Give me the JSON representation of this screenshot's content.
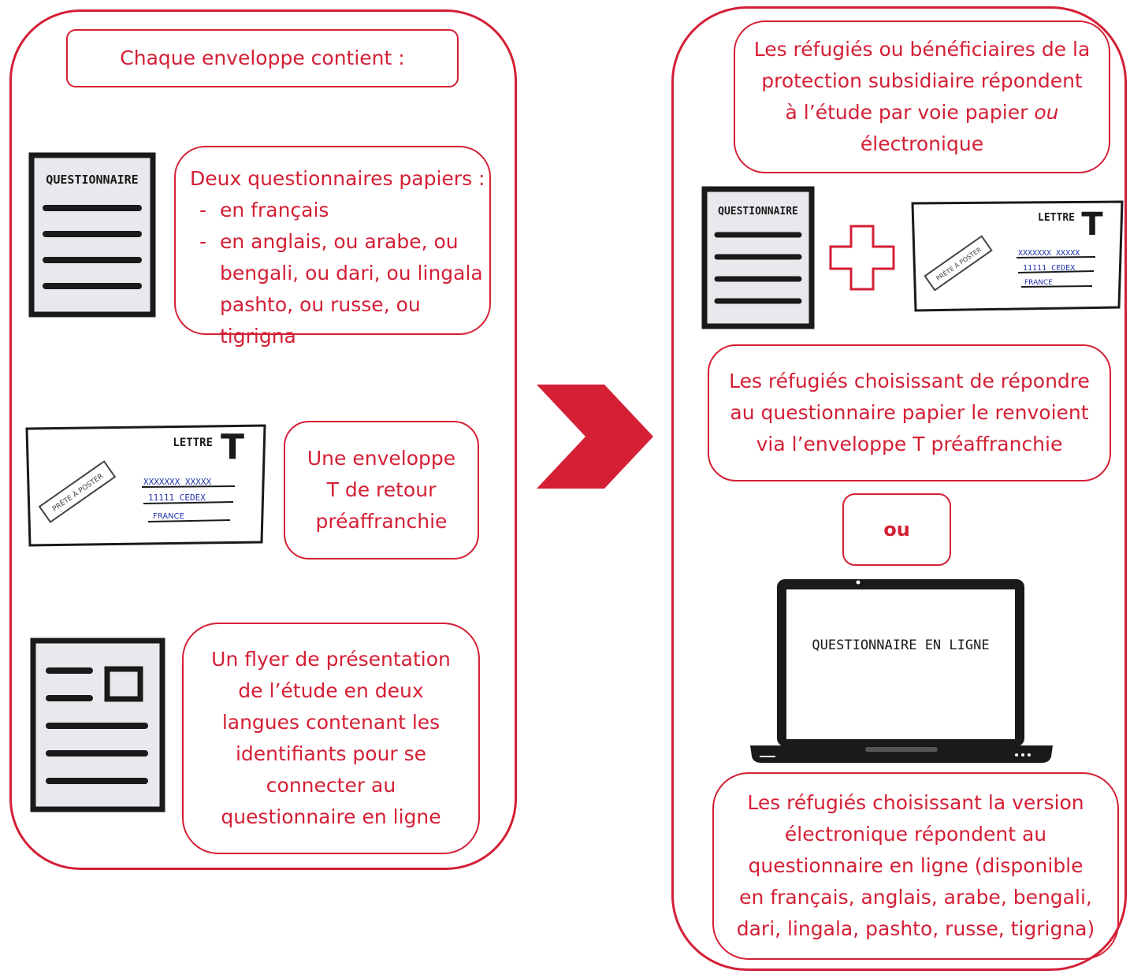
{
  "left_panel": {
    "header": "Chaque enveloppe contient :",
    "questionnaires_box": {
      "title": "Deux questionnaires papiers :",
      "items": [
        "en français",
        "en anglais, ou arabe, ou\nbengali, ou dari, ou lingala\npashto, ou russe, ou tigrigna"
      ]
    },
    "envelope_box": "Une enveloppe\nT de retour\npréaffranchie",
    "flyer_box": "Un flyer de présentation\nde l’étude en deux\nlangues contenant les\nidentifiants pour se\nconnecter au\nquestionnaire en ligne"
  },
  "right_panel": {
    "header_line1": "Les réfugiés ou bénéficiaires de la",
    "header_line2": "protection subsidiaire répondent",
    "header_line3_a": "à l’étude par voie papier ",
    "header_line3_em": "ou",
    "header_line4": "électronique",
    "paper_box": "Les réfugiés choisissant de répondre\nau questionnaire papier le renvoient\nvia l’enveloppe T préaffranchie",
    "or_label": "ou",
    "online_box": "Les réfugiés choisissant la version\nélectronique répondent au\nquestionnaire en ligne (disponible\nen français, anglais, arabe, bengali,\ndari, lingala, pashto, russe, tigrigna)"
  },
  "icons": {
    "questionnaire_label": "QUESTIONNAIRE",
    "envelope_title": "LETTRE",
    "envelope_big_letter": "T",
    "envelope_stamp": "PRÊTE À POSTER",
    "envelope_addr_1": "XXXXXXX XXXXX",
    "envelope_addr_2": "11111 CEDEX",
    "envelope_addr_3": "FRANCE",
    "laptop_screen": "QUESTIONNAIRE EN LIGNE"
  },
  "colors": {
    "accent": "#d41f35",
    "dark": "#1a1a1a",
    "paper": "#e8e9ed",
    "address": "#2233aa"
  }
}
